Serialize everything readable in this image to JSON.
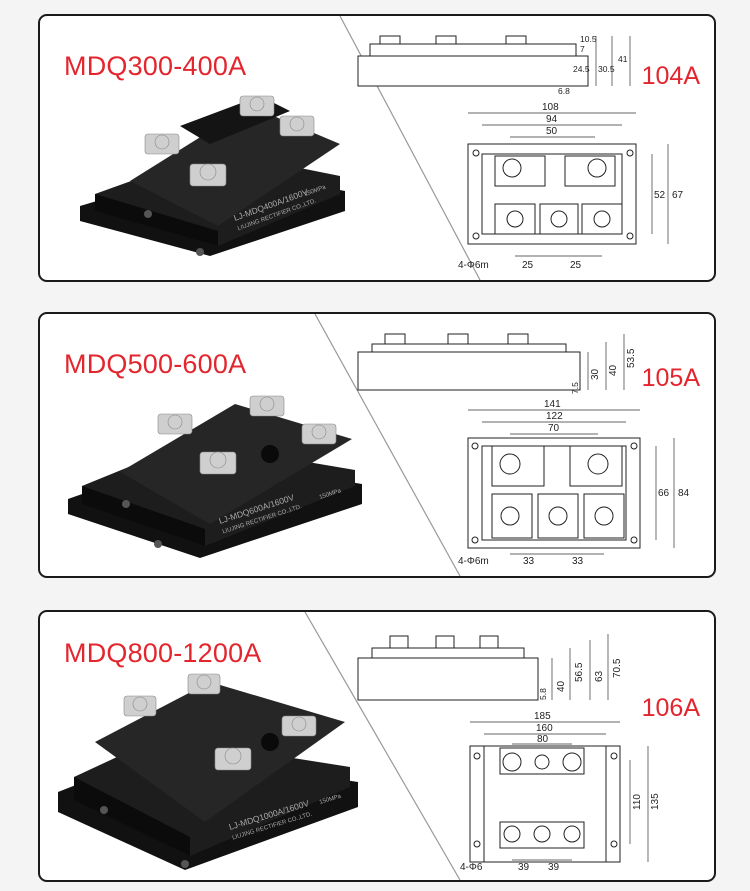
{
  "panels": [
    {
      "title": "MDQ300-400A",
      "code": "104A",
      "module_text": [
        "LJ-MDQ400A/1600V",
        "LIUJING RECTIFIER CO.,LTD.",
        "150MPa"
      ],
      "side_dims": [
        "10.5",
        "7",
        "24.5",
        "30.5",
        "41",
        "6.8"
      ],
      "top_dims": [
        "108",
        "94",
        "50",
        "52",
        "67",
        "25",
        "25"
      ],
      "hole_label": "4-Φ6m"
    },
    {
      "title": "MDQ500-600A",
      "code": "105A",
      "module_text": [
        "LJ-MDQ600A/1600V",
        "LIUJING RECTIFIER CO.,LTD.",
        "150MPa"
      ],
      "side_dims": [
        "53.5",
        "40",
        "30",
        "7.5"
      ],
      "top_dims": [
        "141",
        "122",
        "70",
        "66",
        "84",
        "33",
        "33"
      ],
      "hole_label": "4-Φ6m"
    },
    {
      "title": "MDQ800-1200A",
      "code": "106A",
      "module_text": [
        "LJ-MDQ1000A/1600V",
        "LIUJING RECTIFIER CO.,LTD.",
        "150MPa"
      ],
      "side_dims": [
        "70.5",
        "63",
        "56.5",
        "40",
        "5.8"
      ],
      "top_dims": [
        "185",
        "160",
        "80",
        "110",
        "135",
        "39",
        "39"
      ],
      "hole_label": "4-Φ6"
    }
  ],
  "colors": {
    "title_red": "#e3262e",
    "frame": "#1a1a1a",
    "module_black": "#181818",
    "terminal_metal": "#c9c9c9"
  }
}
